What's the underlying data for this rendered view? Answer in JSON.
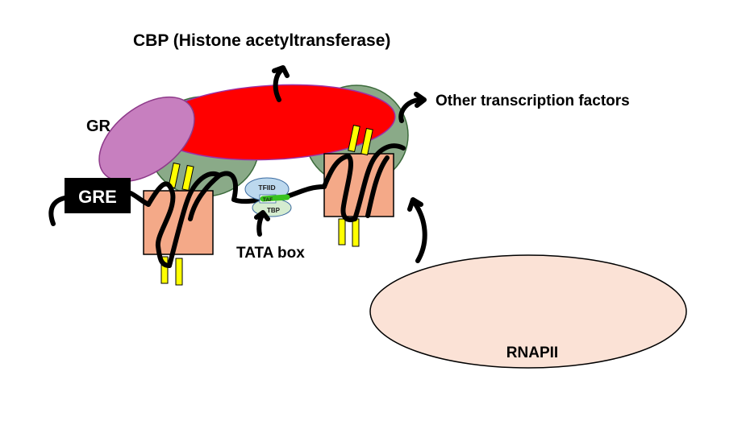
{
  "labels": {
    "cbp": "CBP (Histone acetyltransferase)",
    "other_tf": "Other transcription factors",
    "gr": "GR",
    "gre": "GRE",
    "tata_box": "TATA box",
    "tfiid": "TFIID",
    "taf": "TAF",
    "tbp": "TBP",
    "rnapii": "RNAPII"
  },
  "colors": {
    "cbp_fill": "#ff0000",
    "cbp_stroke": "#9b2fa5",
    "gr_fill": "#c77fbf",
    "gr_stroke": "#8e3a8a",
    "histone_core": "#8aaa88",
    "histone_stroke": "#3c6b3c",
    "nucleosome_box": "#f4a988",
    "histone_tail": "#ffff00",
    "tfiid_fill": "#bcd8ee",
    "tbp_fill": "#d5ecd0",
    "tata_bar": "#39c21f",
    "rnapii_fill": "#fbe2d6",
    "gre_box": "#000000",
    "gre_text": "#ffffff"
  }
}
